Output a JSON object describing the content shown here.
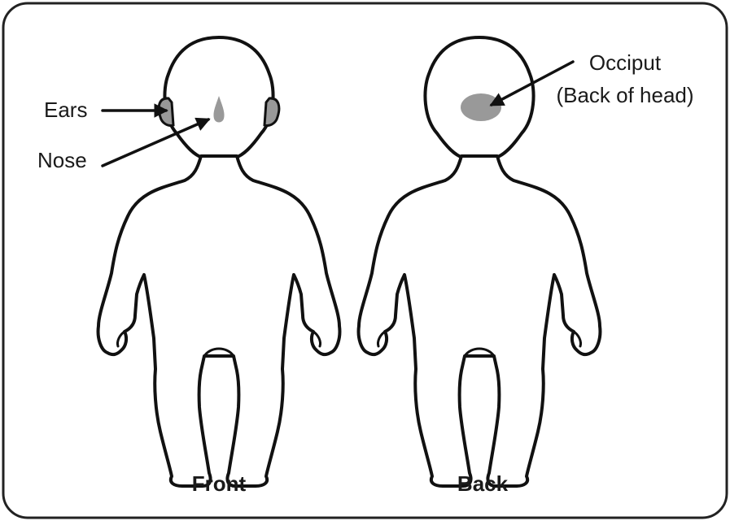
{
  "figures": {
    "front": {
      "caption": "Front"
    },
    "back": {
      "caption": "Back"
    }
  },
  "labels": {
    "ears": "Ears",
    "nose": "Nose",
    "occiput_line1": "Occiput",
    "occiput_line2": "(Back of head)"
  },
  "colors": {
    "highlight": "#999999",
    "outline": "#111111",
    "frame": "#222222",
    "background": "#ffffff"
  }
}
